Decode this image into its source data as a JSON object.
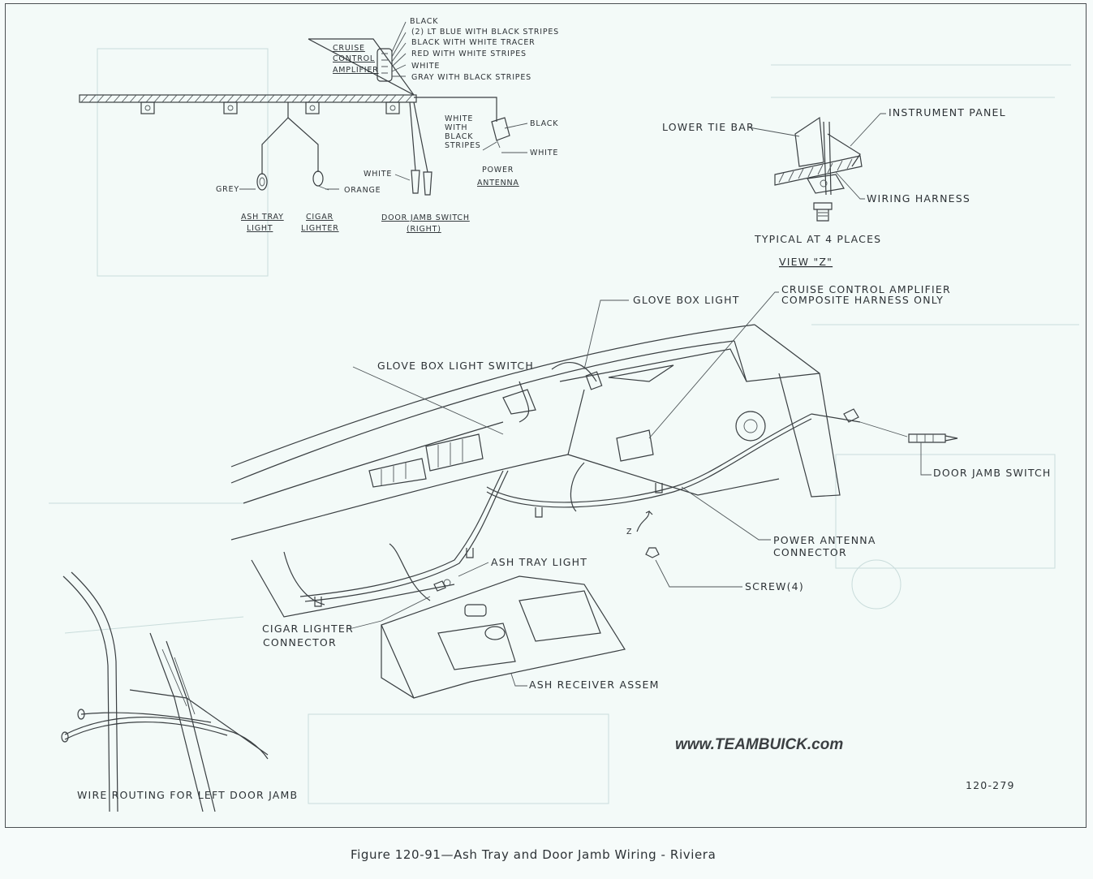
{
  "wiring_schematic": {
    "wire_colors": [
      "BLACK",
      "(2) LT BLUE WITH BLACK STRIPES",
      "BLACK WITH WHITE TRACER",
      "RED WITH WHITE STRIPES",
      "WHITE",
      "GRAY WITH BLACK STRIPES"
    ],
    "cruise_amp_label": [
      "CRUISE",
      "CONTROL",
      "AMPLIFIER"
    ],
    "grey": "GREY",
    "orange": "ORANGE",
    "white_left": "WHITE",
    "white_black_stripes": [
      "WHITE",
      "WITH",
      "BLACK",
      "STRIPES"
    ],
    "black": "BLACK",
    "white_right": "WHITE",
    "power_antenna": [
      "POWER",
      "ANTENNA"
    ],
    "ash_tray_light": [
      "ASH TRAY",
      "LIGHT"
    ],
    "cigar_lighter": [
      "CIGAR",
      "LIGHTER"
    ],
    "door_jamb_switch": [
      "DOOR JAMB SWITCH",
      "(RIGHT)"
    ]
  },
  "view_z": {
    "lower_tie_bar": "LOWER TIE BAR",
    "instrument_panel": "INSTRUMENT PANEL",
    "wiring_harness": "WIRING HARNESS",
    "typical": "TYPICAL AT 4 PLACES",
    "title": "VIEW \"Z\""
  },
  "main_view": {
    "glove_box_light": "GLOVE BOX LIGHT",
    "cruise_composite": [
      "CRUISE CONTROL AMPLIFIER",
      "COMPOSITE HARNESS ONLY"
    ],
    "glove_box_light_switch": "GLOVE BOX LIGHT SWITCH",
    "door_jamb_switch": "DOOR JAMB SWITCH",
    "power_antenna_connector": [
      "POWER ANTENNA",
      "CONNECTOR"
    ],
    "screw": "SCREW(4)",
    "ash_tray_light": "ASH TRAY LIGHT",
    "cigar_lighter_connector": [
      "CIGAR LIGHTER",
      "CONNECTOR"
    ],
    "ash_receiver": "ASH RECEIVER ASSEM",
    "z_marker": "Z"
  },
  "inset": {
    "caption": "WIRE ROUTING FOR LEFT DOOR JAMB"
  },
  "watermark": "www.TEAMBUICK.com",
  "figure_number": "120-279",
  "caption": "Figure 120-91—Ash Tray and Door Jamb Wiring  -  Riviera"
}
